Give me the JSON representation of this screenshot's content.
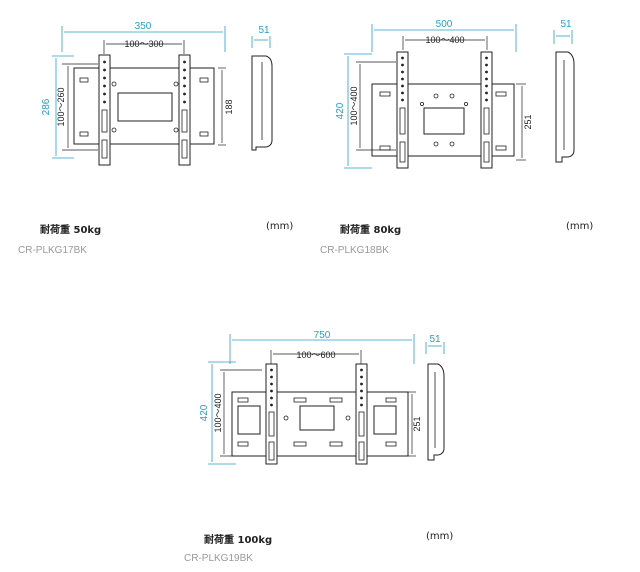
{
  "colors": {
    "dimension_accent": "#2a9ec8",
    "drawing": "#222222",
    "model_text": "#999999"
  },
  "products": [
    {
      "model": "CR-PLKG17BK",
      "load_label": "耐荷重 50kg",
      "unit_label": "(mm)",
      "dims": {
        "width": "350",
        "vesa_h": "100〜300",
        "depth": "51",
        "height": "286",
        "vesa_v": "100〜260",
        "plate_h": "188"
      }
    },
    {
      "model": "CR-PLKG18BK",
      "load_label": "耐荷重 80kg",
      "unit_label": "(mm)",
      "dims": {
        "width": "500",
        "vesa_h": "100〜400",
        "depth": "51",
        "height": "420",
        "vesa_v": "100〜400",
        "plate_h": "251"
      }
    },
    {
      "model": "CR-PLKG19BK",
      "load_label": "耐荷重 100kg",
      "unit_label": "(mm)",
      "dims": {
        "width": "750",
        "vesa_h": "100〜600",
        "depth": "51",
        "height": "420",
        "vesa_v": "100〜400",
        "plate_h": "251"
      }
    }
  ]
}
